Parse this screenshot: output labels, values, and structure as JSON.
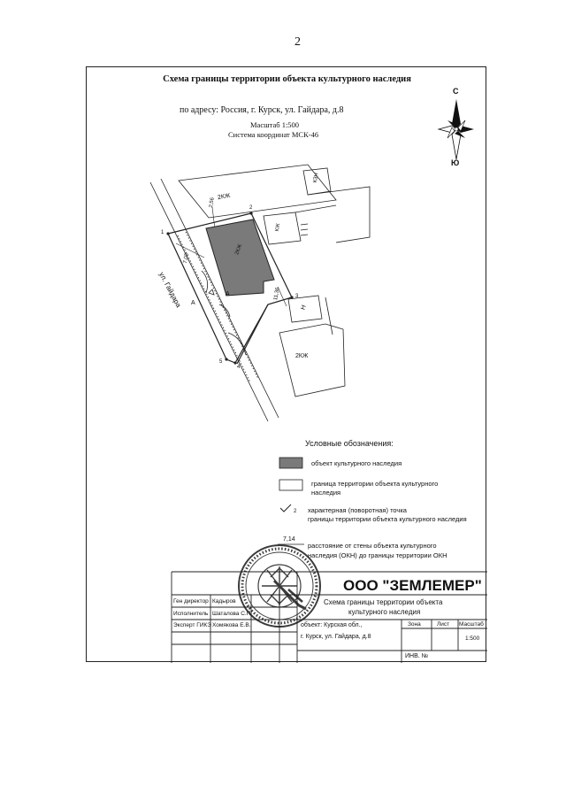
{
  "page_number": "2",
  "title": "Схема границы территории объекта культурного наследия",
  "address": "по адресу: Россия, г. Курск, ул. Гайдара, д.8",
  "scale": "Масштаб 1:500",
  "coordinate_system": "Система координат МСК-46",
  "compass": {
    "north": "С",
    "south": "Ю"
  },
  "map": {
    "street": "ул. Гайдара",
    "labels": {
      "building_top": "2КЖ",
      "building_top_right": "КЗН",
      "building_mid": "КЖ",
      "building_low": "Н",
      "building_bottom": "2КЖ",
      "object": "2КЖ",
      "road_mark": "А",
      "inner_mark": "А"
    },
    "dims": {
      "top": "2,56",
      "left": "7,03",
      "right": "11,36"
    },
    "points": [
      "1",
      "2",
      "3",
      "4",
      "5"
    ]
  },
  "legend": {
    "heading": "Условные обозначения:",
    "items": [
      {
        "text": "объект культурного наследия"
      },
      {
        "text": "граница территории объекта культурного",
        "text2": "наследия"
      },
      {
        "symbol": "2",
        "text": "характерная (поворотная) точка",
        "text2": "границы территории объекта культурного наследия"
      },
      {
        "symbol": "7,14",
        "text": "расстояние от стены объекта культурного",
        "text2": "наследия (ОКН) до границы территории ОКН"
      }
    ]
  },
  "title_block": {
    "company": "ООО \"ЗЕМЛЕМЕР\"",
    "drawing_title_1": "Схема границы территории объекта",
    "drawing_title_2": "культурного наследия",
    "object_1": "объект: Курская обл.,",
    "object_2": "г. Курск, ул. Гайдара, д.8",
    "roles": [
      {
        "role": "Ген директор",
        "name": "Кадыров"
      },
      {
        "role": "Исполнитель",
        "name": "Шаталова С.П."
      },
      {
        "role": "Эксперт ГИКЭ",
        "name": "Хомякова Е.В."
      }
    ],
    "stage_label": "Зона",
    "sheet_label": "Лист",
    "scale_label": "Масштаб",
    "scale_value": "1:500",
    "inv_label": "ИНВ. №"
  },
  "colors": {
    "object_fill": "#7a7a7a",
    "ink": "#222222"
  }
}
